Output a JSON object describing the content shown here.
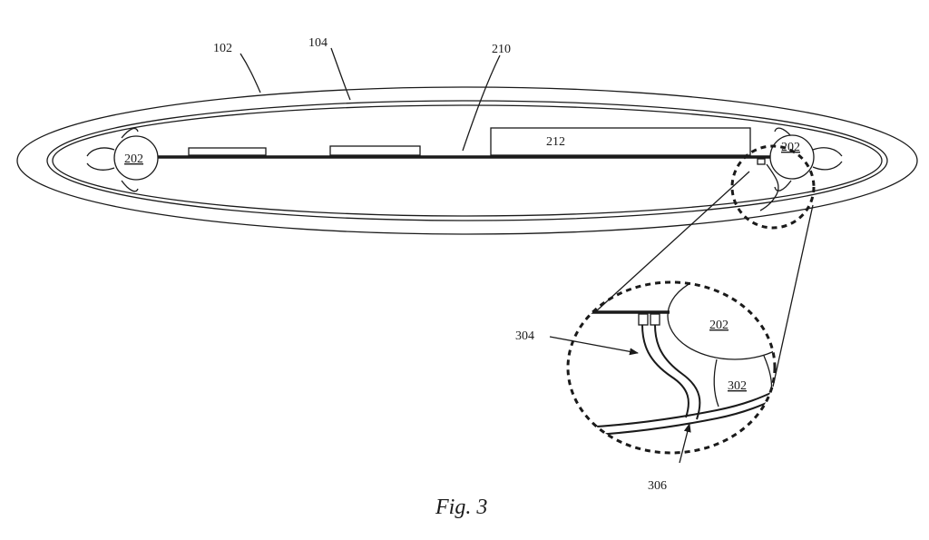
{
  "labels": {
    "outer_shell": "102",
    "inner_shell": "104",
    "support_member": "210",
    "component": "212",
    "bumper_left": "202",
    "bumper_right": "202",
    "bumper_detail": "202",
    "flex_link": "302",
    "cable": "304",
    "attach_point": "306"
  },
  "caption": "Fig. 3"
}
